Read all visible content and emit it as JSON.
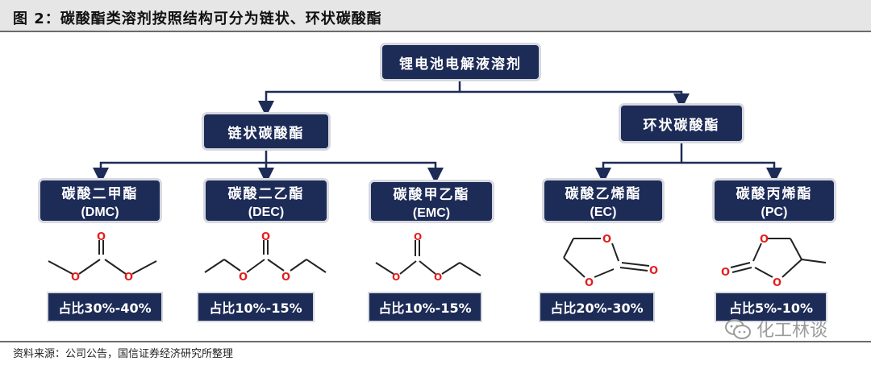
{
  "title": "图 2：碳酸酯类溶剂按照结构可分为链状、环状碳酸酯",
  "root": "锂电池电解液溶剂",
  "categories": [
    {
      "name": "链状碳酸酯"
    },
    {
      "name": "环状碳酸酯"
    }
  ],
  "solvents": [
    {
      "name": "碳酸二甲酯",
      "abbr": "(DMC)",
      "ratio": "占比30%-40%"
    },
    {
      "name": "碳酸二乙酯",
      "abbr": "(DEC)",
      "ratio": "占比10%-15%"
    },
    {
      "name": "碳酸甲乙酯",
      "abbr": "(EMC)",
      "ratio": "占比10%-15%"
    },
    {
      "name": "碳酸乙烯酯",
      "abbr": "(EC)",
      "ratio": "占比20%-30%"
    },
    {
      "name": "碳酸丙烯酯",
      "abbr": "(PC)",
      "ratio": "占比5%-10%"
    }
  ],
  "atom_label": "O",
  "source": "资料来源：公司公告，国信证券经济研究所整理",
  "watermark": "化工林谈",
  "colors": {
    "box": "#1d2b57",
    "oxygen": "#e21e1e",
    "bond": "#222222",
    "arrow": "#1d2b57"
  }
}
